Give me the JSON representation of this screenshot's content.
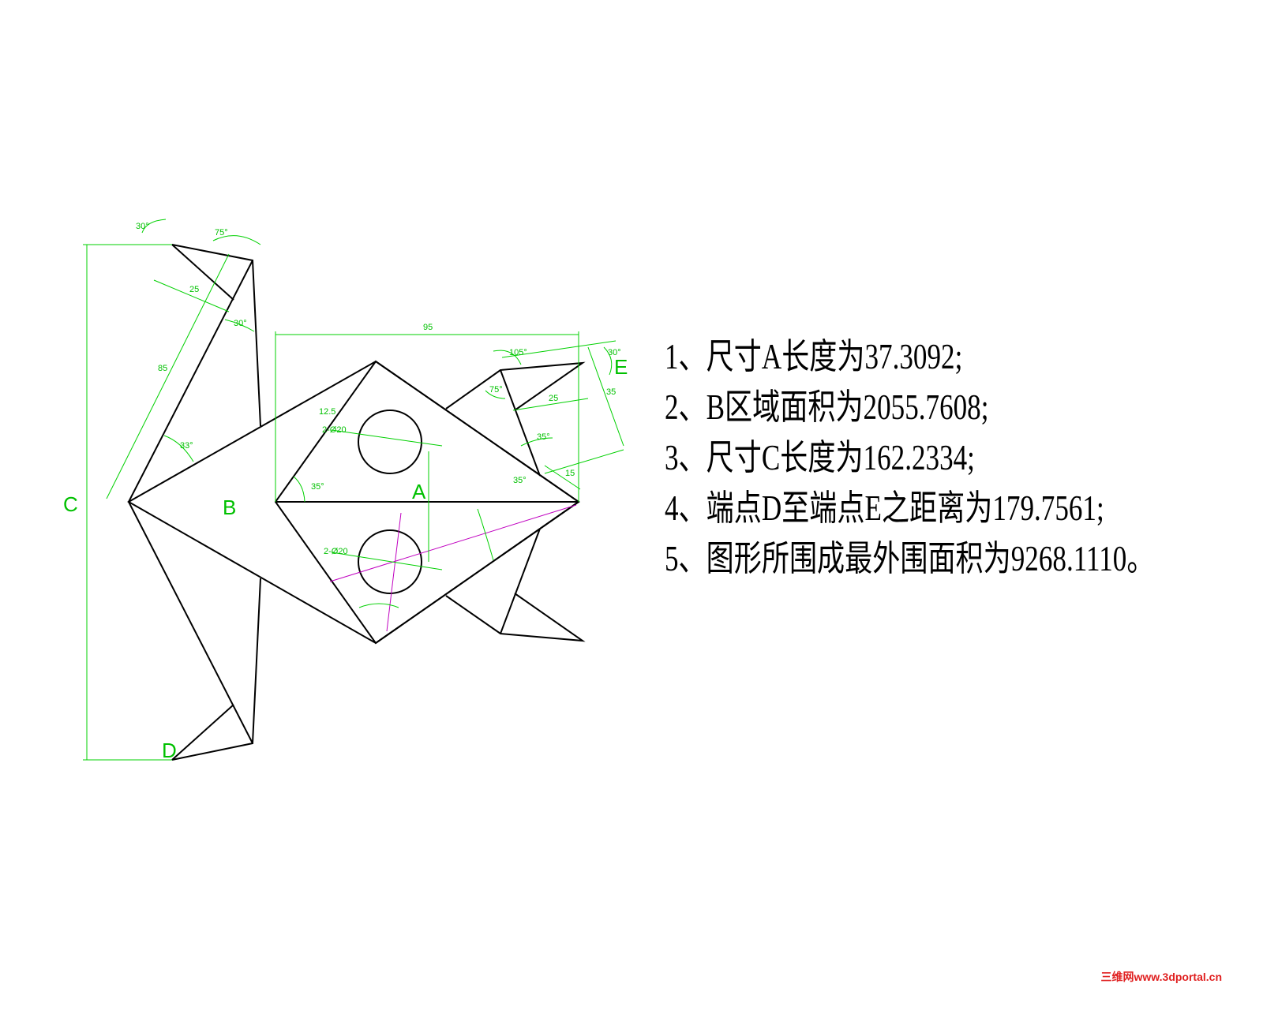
{
  "drawing": {
    "labels": {
      "A": "A",
      "B": "B",
      "C": "C",
      "D": "D",
      "E": "E"
    },
    "dimensions": {
      "top_angle_left": "30°",
      "top_angle_right": "75°",
      "top_len": "25",
      "wing_angle": "30°",
      "wing_len": "85",
      "wing_base_angle": "33°",
      "width": "95",
      "inner_offset": "12.5",
      "hole_top": "2-Ø20",
      "hole_bottom": "2-Ø20",
      "tri_angle": "35°",
      "fin_angle_105": "105°",
      "fin_angle_75": "75°",
      "fin_angle_30": "30°",
      "fin_len_25": "25",
      "fin_len_35": "35",
      "fin_angle_35a": "35°",
      "fin_angle_35b": "35°",
      "fin_len_15": "15"
    },
    "colors": {
      "geometry": "#000000",
      "dimension": "#00d000",
      "construction": "#c000c0"
    }
  },
  "notes": [
    "1、尺寸A长度为37.3092;",
    "2、B区域面积为2055.7608;",
    "3、尺寸C长度为162.2334;",
    "4、端点D至端点E之距离为179.7561;",
    "5、图形所围成最外围面积为9268.1110。"
  ],
  "watermark": "三维网www.3dportal.cn"
}
